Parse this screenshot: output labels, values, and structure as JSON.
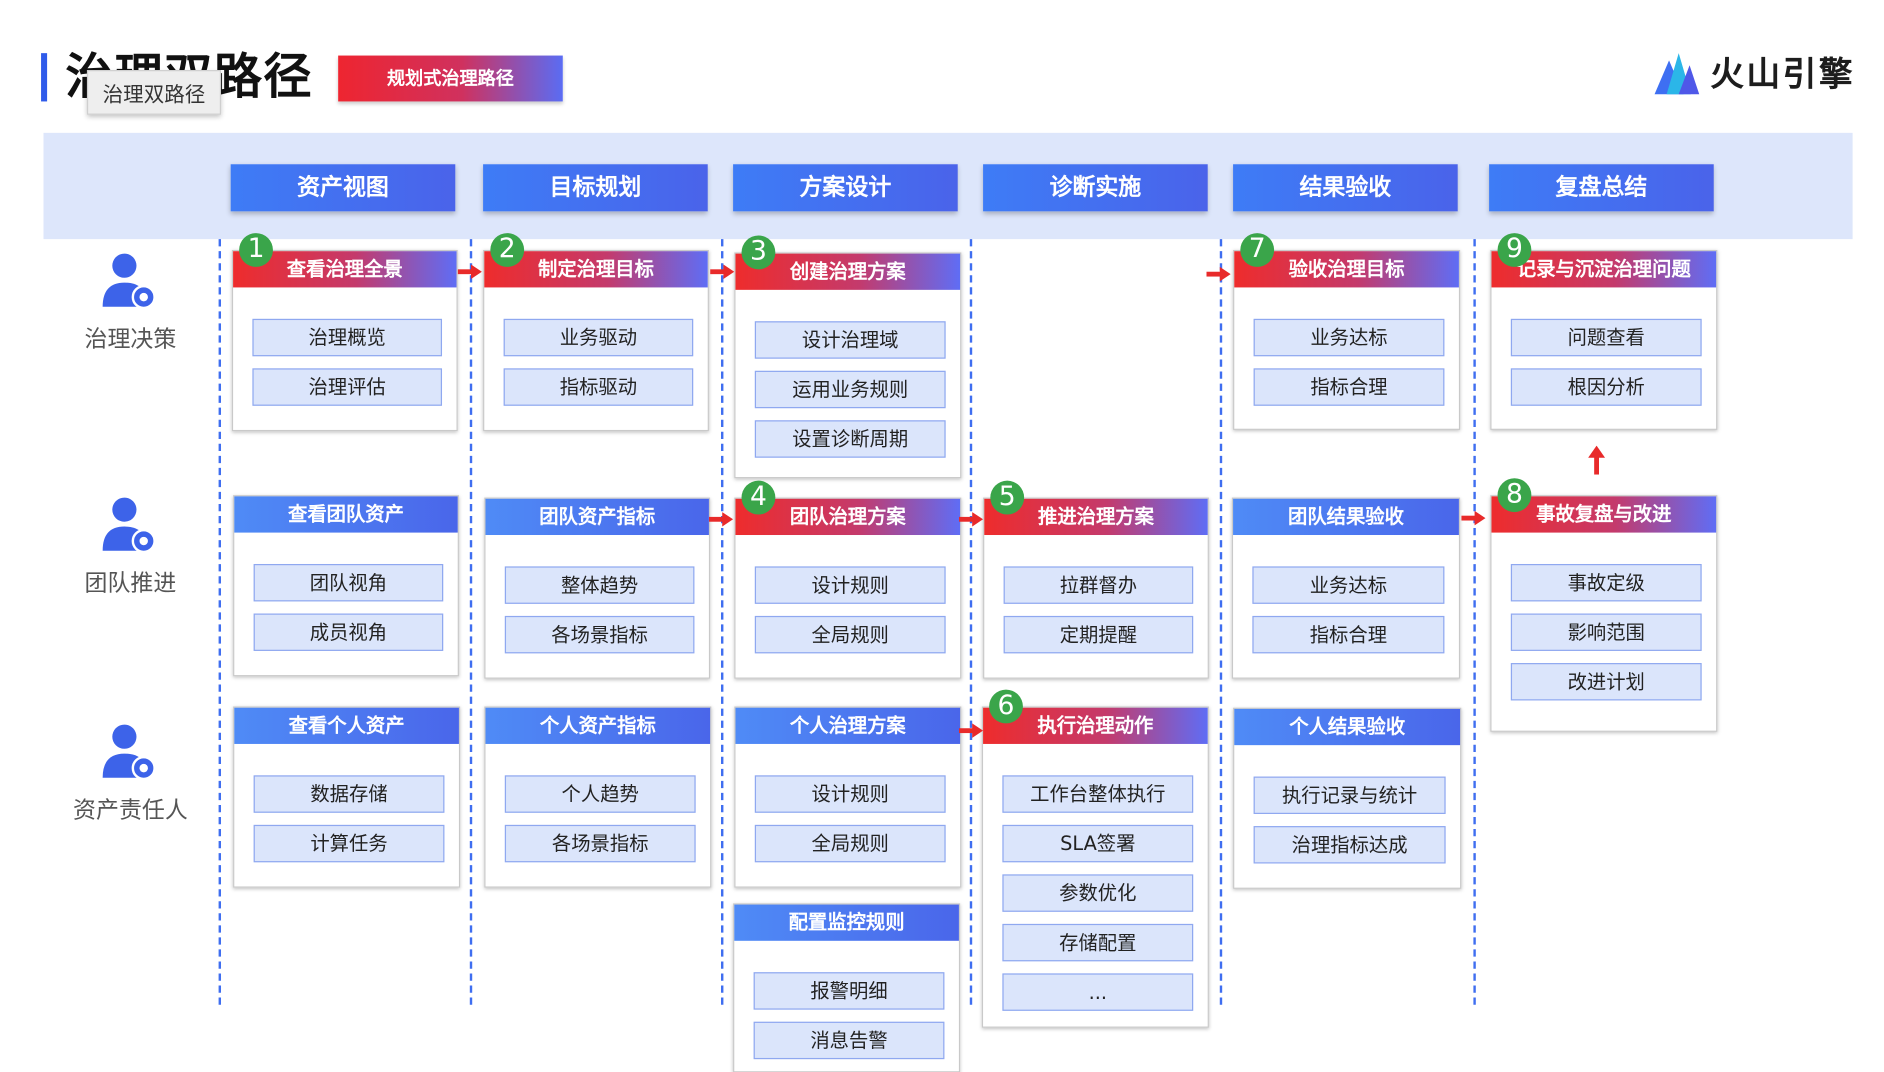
{
  "header": {
    "title": "治理双路径",
    "tooltip": "治理双路径",
    "path_tag": "规划式治理路径",
    "logo_text": "火山引擎",
    "logo_icon": "volcano-logo-icon"
  },
  "colors": {
    "accent_blue": "#4a66ea",
    "accent_red": "#ee2c2c",
    "band": "#dde6fb",
    "item_fill": "#dbe5fb",
    "step_green": "#3aa54a"
  },
  "phases": [
    "资产视图",
    "目标规划",
    "方案设计",
    "诊断实施",
    "结果验收",
    "复盘总结"
  ],
  "roles": [
    "治理决策",
    "团队推进",
    "资产责任人"
  ],
  "role_icon": "user-gear-icon",
  "cards": [
    {
      "title": "查看治理全景",
      "step": "1",
      "items": [
        "治理概览",
        "治理评估"
      ]
    },
    {
      "title": "制定治理目标",
      "step": "2",
      "items": [
        "业务驱动",
        "指标驱动"
      ]
    },
    {
      "title": "创建治理方案",
      "step": "3",
      "items": [
        "设计治理域",
        "运用业务规则",
        "设置诊断周期"
      ]
    },
    {
      "title": "验收治理目标",
      "step": "7",
      "items": [
        "业务达标",
        "指标合理"
      ]
    },
    {
      "title": "记录与沉淀治理问题",
      "step": "9",
      "items": [
        "问题查看",
        "根因分析"
      ]
    },
    {
      "title": "查看团队资产",
      "step": "",
      "items": [
        "团队视角",
        "成员视角"
      ]
    },
    {
      "title": "团队资产指标",
      "step": "",
      "items": [
        "整体趋势",
        "各场景指标"
      ]
    },
    {
      "title": "团队治理方案",
      "step": "4",
      "items": [
        "设计规则",
        "全局规则"
      ]
    },
    {
      "title": "推进治理方案",
      "step": "5",
      "items": [
        "拉群督办",
        "定期提醒"
      ]
    },
    {
      "title": "团队结果验收",
      "step": "",
      "items": [
        "业务达标",
        "指标合理"
      ]
    },
    {
      "title": "事故复盘与改进",
      "step": "8",
      "items": [
        "事故定级",
        "影响范围",
        "改进计划"
      ]
    },
    {
      "title": "查看个人资产",
      "step": "",
      "items": [
        "数据存储",
        "计算任务"
      ]
    },
    {
      "title": "个人资产指标",
      "step": "",
      "items": [
        "个人趋势",
        "各场景指标"
      ]
    },
    {
      "title": "个人治理方案",
      "step": "",
      "items": [
        "设计规则",
        "全局规则"
      ]
    },
    {
      "title": "执行治理动作",
      "step": "6",
      "items": [
        "工作台整体执行",
        "SLA签署",
        "参数优化",
        "存储配置",
        "..."
      ]
    },
    {
      "title": "个人结果验收",
      "step": "",
      "items": [
        "执行记录与统计",
        "治理指标达成"
      ]
    },
    {
      "title": "配置监控规则",
      "step": "",
      "items": [
        "报警明细",
        "消息告警"
      ]
    }
  ]
}
